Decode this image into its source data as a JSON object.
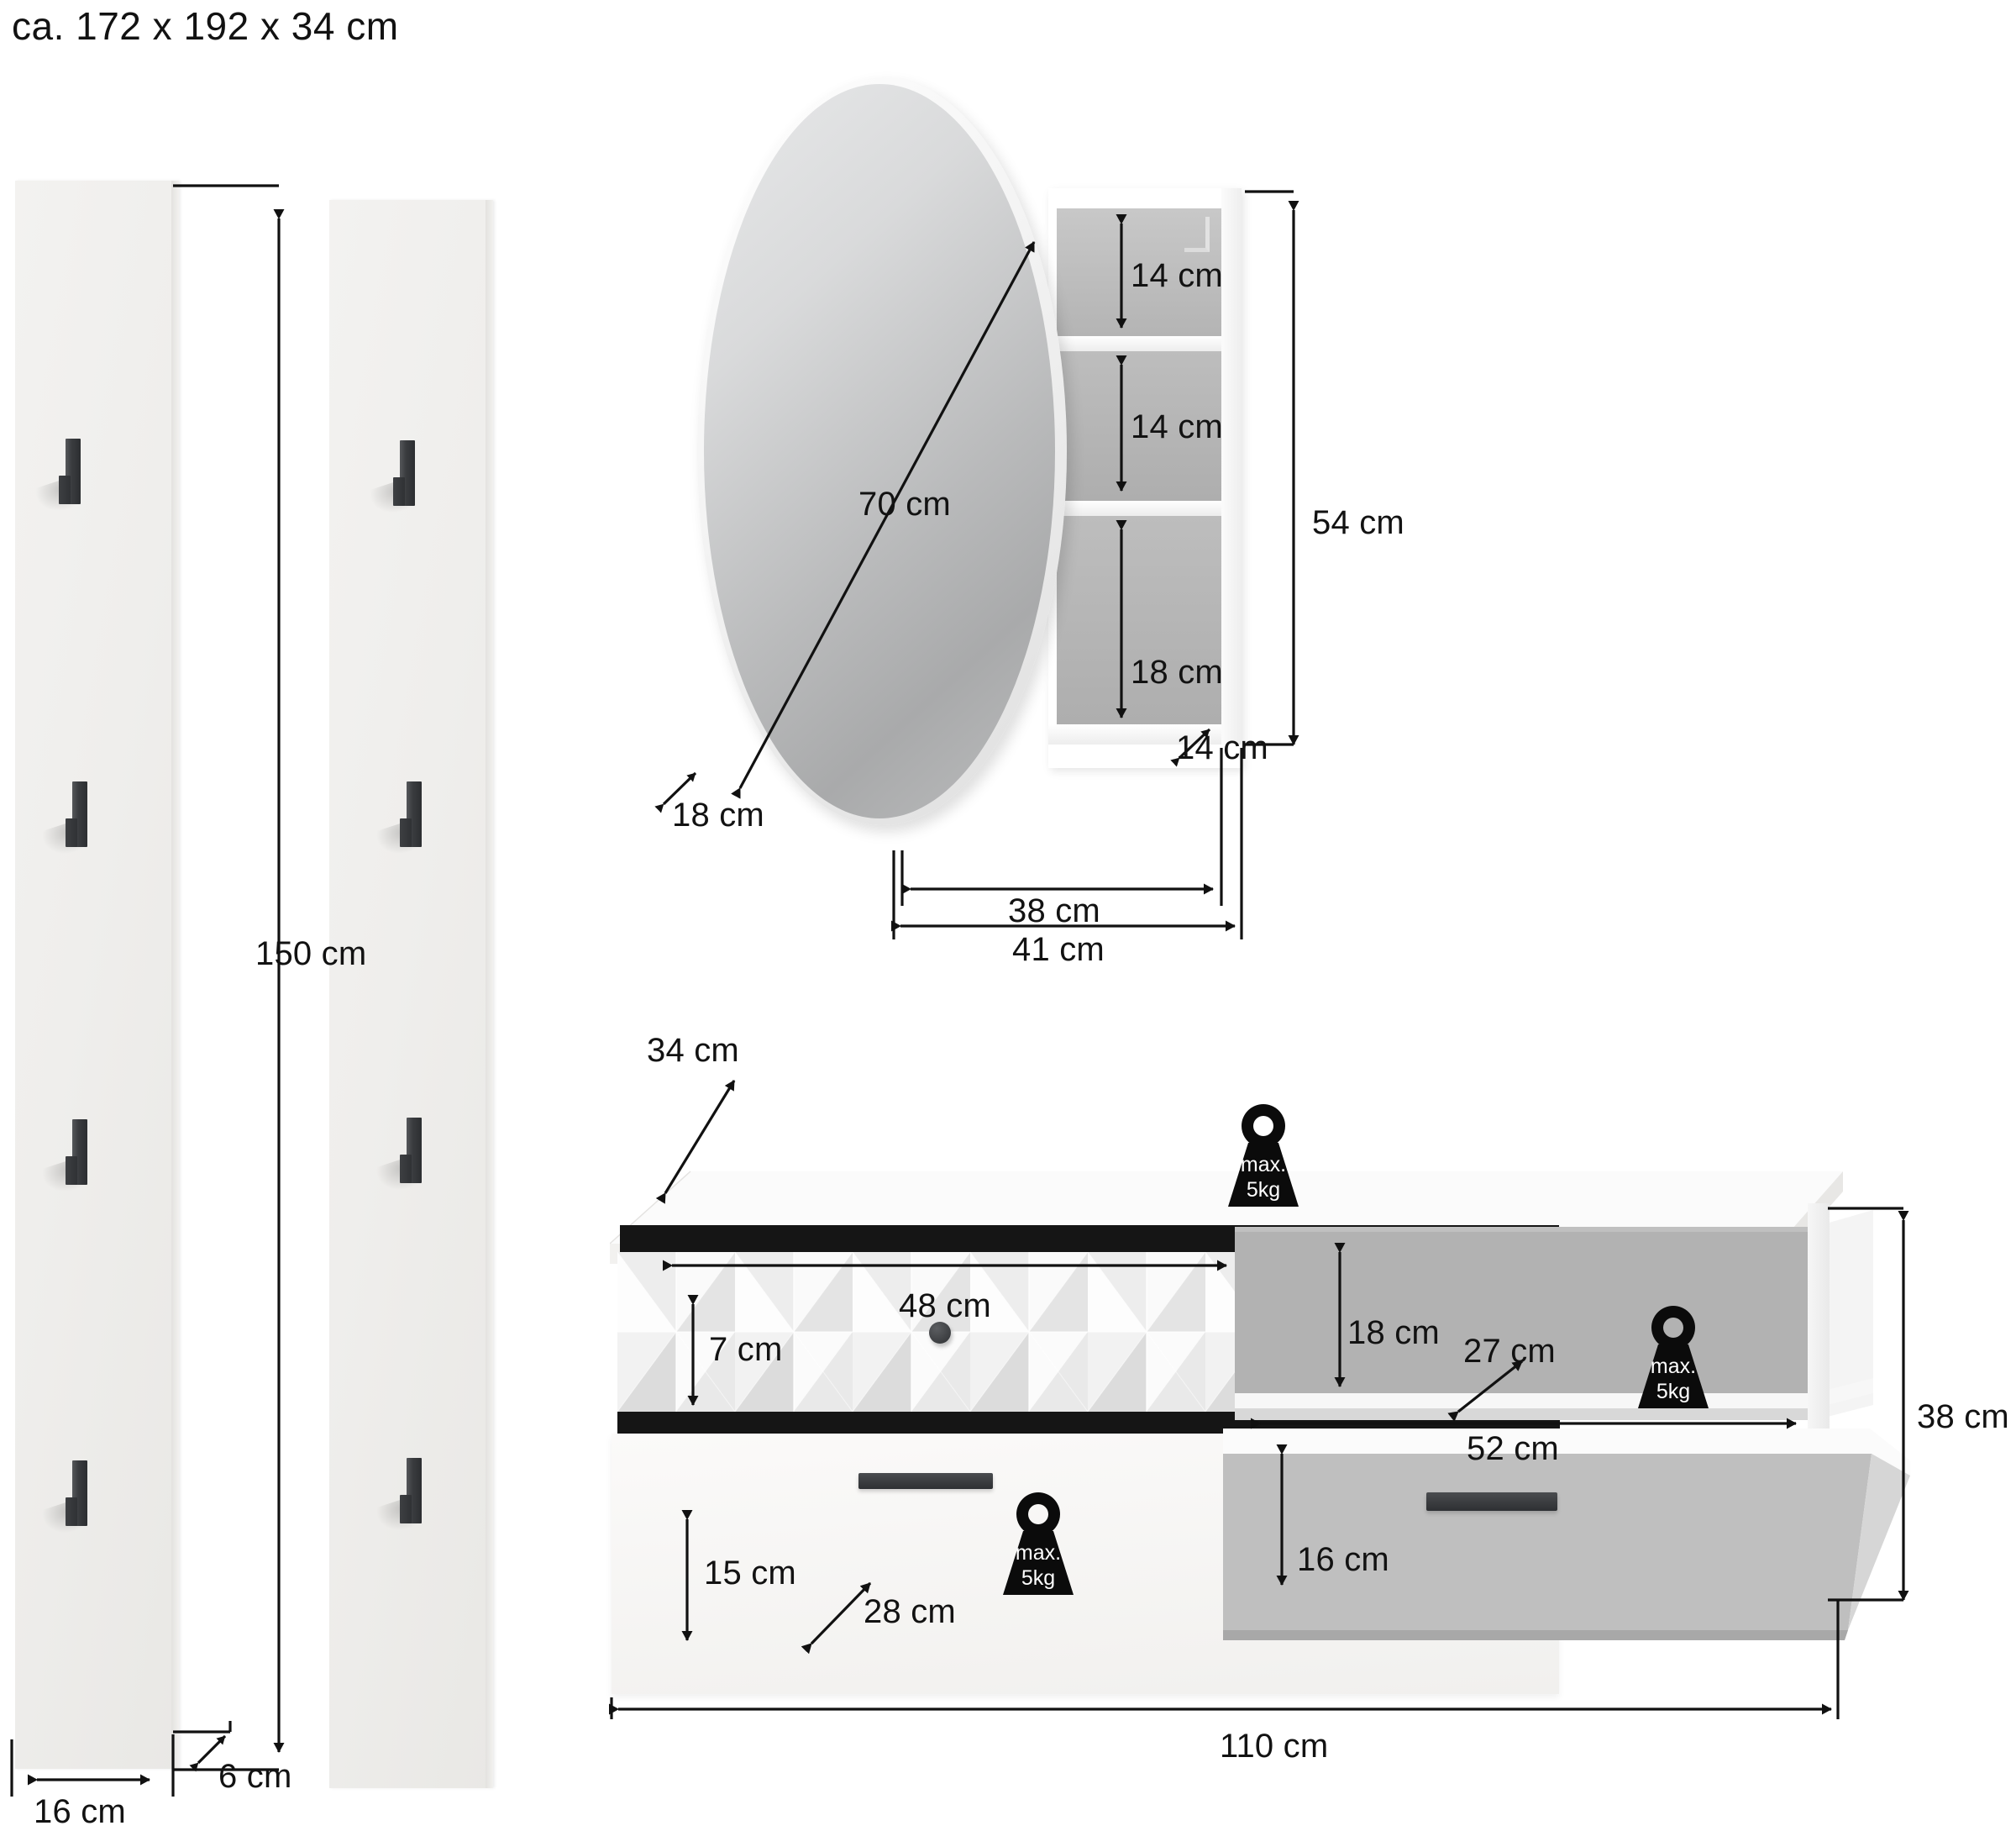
{
  "title": "ca. 172 x 192 x 34 cm",
  "units": "cm",
  "panels": {
    "name": "wall coat rack panels",
    "count": 2,
    "hooks_per_panel": 4,
    "height_label": "150 cm",
    "width_label": "16 cm",
    "depth_label": "6 cm"
  },
  "mirror_cabinet": {
    "name": "oval mirror cabinet",
    "mirror_diameter_label": "70 cm",
    "mirror_depth_label": "18 cm",
    "cabinet_total_height_label": "54 cm",
    "cabinet_depth_label": "14 cm",
    "door_width_label": "38 cm",
    "total_width_label": "41 cm",
    "compartments": [
      {
        "label": "14 cm",
        "position": "top"
      },
      {
        "label": "14 cm",
        "position": "middle"
      },
      {
        "label": "18 cm",
        "position": "bottom"
      }
    ]
  },
  "lowboard": {
    "name": "lowboard shoe bench",
    "depth_label": "34 cm",
    "total_width_label": "110 cm",
    "total_height_label": "38 cm",
    "drawer_top": {
      "width_label": "48 cm",
      "height_label": "7 cm"
    },
    "drawer_bottom_left": {
      "height_label": "15 cm",
      "depth_label": "28 cm"
    },
    "open_shelf": {
      "height_label": "18 cm",
      "depth_label": "27 cm",
      "width_label": "52 cm"
    },
    "flap_bottom_right": {
      "height_label": "16 cm"
    },
    "load_labels": [
      {
        "line1": "max.",
        "line2": "5kg",
        "location": "top-surface-left"
      },
      {
        "line1": "max.",
        "line2": "5kg",
        "location": "open-shelf"
      },
      {
        "line1": "max.",
        "line2": "5kg",
        "location": "bottom-left-drawer"
      }
    ]
  },
  "colors": {
    "line": "#111111",
    "panel": "#f0efed",
    "mirror": "#b9babb",
    "dark_hardware": "#303235",
    "niche": "#ababab"
  }
}
